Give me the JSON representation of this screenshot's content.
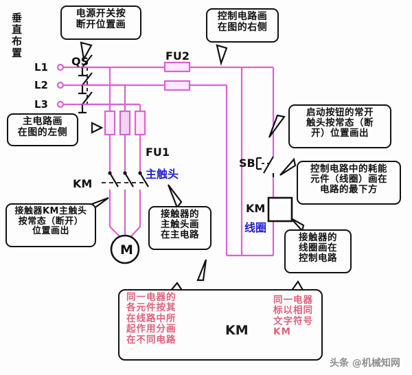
{
  "diagram": {
    "title_vertical": "垂直布置",
    "circuit_labels": [
      {
        "id": "l1",
        "text": "L1"
      },
      {
        "id": "l2",
        "text": "L2"
      },
      {
        "id": "l3",
        "text": "L3"
      },
      {
        "id": "qs",
        "text": "QS"
      },
      {
        "id": "fu2",
        "text": "FU2"
      },
      {
        "id": "fu1",
        "text": "FU1"
      },
      {
        "id": "km_contacts",
        "text": "KM"
      },
      {
        "id": "main_contacts",
        "text": "主触头"
      },
      {
        "id": "motor",
        "text": "M"
      },
      {
        "id": "sb",
        "text": "SB"
      },
      {
        "id": "km_coil_tag",
        "text": "KM"
      },
      {
        "id": "coil",
        "text": "线圈"
      }
    ],
    "callouts": [
      {
        "id": "power-switch",
        "text": "电源开关按\n断开位置画"
      },
      {
        "id": "control-circuit-right",
        "text": "控制电路画\n在图的右侧"
      },
      {
        "id": "main-circuit-left",
        "text": "主电路画\n在图的左侧"
      },
      {
        "id": "start-button-normally-open",
        "text": "启动按钮的常开\n触头按常态（断\n开）位置画出"
      },
      {
        "id": "contactor-km-main-contacts",
        "text": "接触器KM主触头\n按常态（断开）\n位置画出"
      },
      {
        "id": "contactor-main-contacts-in-main-circuit",
        "text": "接触器的\n主触头画\n在主电路"
      },
      {
        "id": "energy-consuming-element",
        "text": "控制电路中的耗能\n元件（线圈）画在\n电路的最下方"
      },
      {
        "id": "contactor-coil-in-control-circuit",
        "text": "接触器的\n线圈画在\n控制电路"
      }
    ],
    "bottom_box": {
      "left_text": "同一电器的\n各元件按其\n在线路中所\n起作用分画\n在不同电路",
      "right_text": "同一电器\n标以相同\n文字符号\nKM",
      "device_label": "KM"
    },
    "watermark": "头条 @机械知网"
  },
  "colors": {
    "wire_magenta": "#e060d0",
    "wire_violet": "#cc66cc",
    "callout_border": "#111111",
    "blue_label": "#2222cc",
    "red_text": "#e0607a",
    "watermark": "#8d8d8d"
  }
}
